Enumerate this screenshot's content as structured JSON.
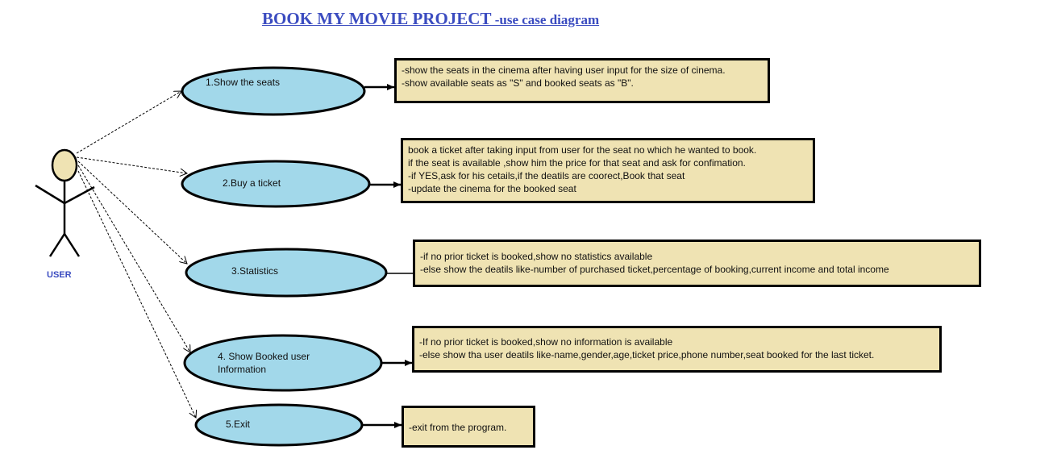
{
  "title": {
    "main": "BOOK MY MOVIE PROJECT",
    "sub": " -use case diagram"
  },
  "actor": {
    "label": "USER"
  },
  "use_cases": [
    {
      "label": "1.Show the seats",
      "note": [
        "-show  the seats in the cinema after having user input for the size of cinema.",
        "-show available seats as \"S\" and booked seats as \"B\"."
      ]
    },
    {
      "label": "2.Buy a ticket",
      "note": [
        " book a ticket after taking input from user for the seat no which he wanted to book.",
        " if the seat is available ,show him the price for that seat and ask for confimation.",
        "-if YES,ask for his cetails,if the deatils are coorect,Book that seat",
        "-update the cinema for the booked seat"
      ]
    },
    {
      "label": "3.Statistics",
      "note": [
        "-if no prior ticket is booked,show no statistics available",
        "-else show the deatils like-number of purchased ticket,percentage of booking,current income and total income"
      ]
    },
    {
      "label": "4. Show Booked user\nInformation",
      "note": [
        "-If no prior ticket is booked,show no information is available",
        "-else show tha user deatils like-name,gender,age,ticket price,phone number,seat booked for the last ticket."
      ]
    },
    {
      "label": "5.Exit",
      "note": [
        "-exit from the program."
      ]
    }
  ],
  "colors": {
    "ellipse_fill": "#a2d8ea",
    "note_fill": "#efe3b3",
    "title": "#3b4cc0",
    "actor_head": "#efe3b3"
  }
}
